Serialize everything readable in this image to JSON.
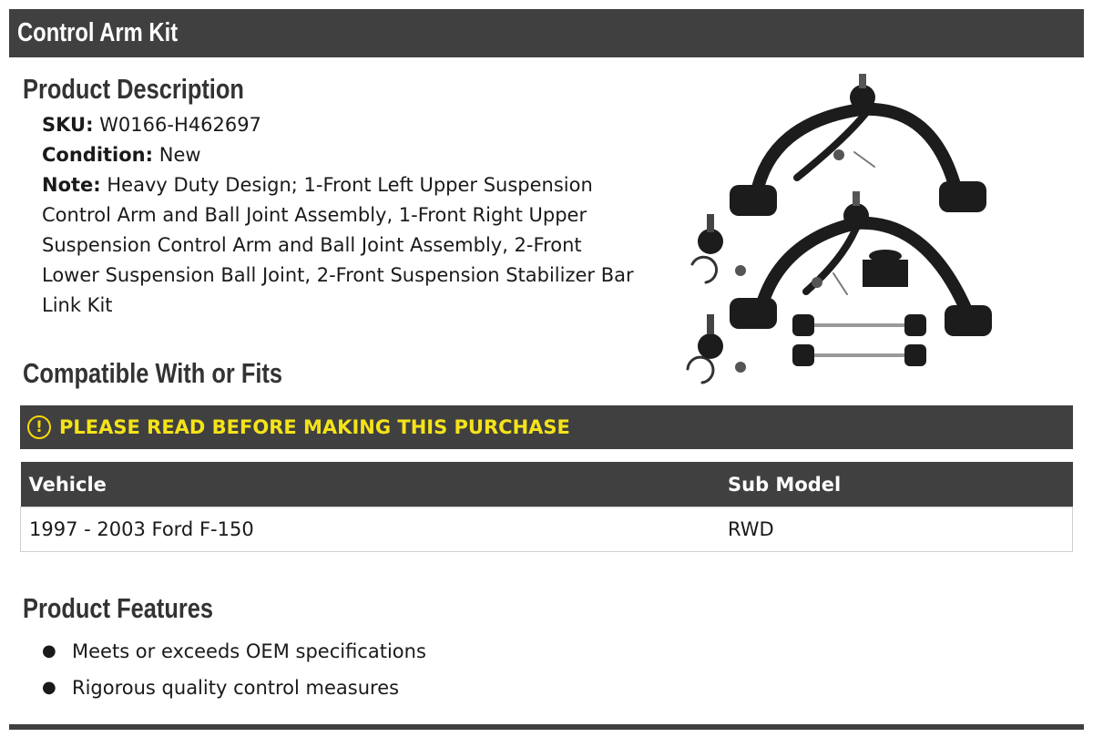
{
  "header": {
    "title": "Control Arm Kit"
  },
  "description": {
    "heading": "Product Description",
    "sku_label": "SKU:",
    "sku_value": "W0166-H462697",
    "condition_label": "Condition:",
    "condition_value": "New",
    "note_label": "Note:",
    "note_value": "Heavy Duty Design; 1-Front Left Upper Suspension Control Arm and Ball Joint Assembly, 1-Front Right Upper Suspension Control Arm and Ball Joint Assembly, 2-Front Lower Suspension Ball Joint, 2-Front Suspension Stabilizer Bar Link Kit"
  },
  "compatibility": {
    "heading": "Compatible With or Fits",
    "warning_icon": "!",
    "warning": "PLEASE READ BEFORE MAKING THIS PURCHASE",
    "columns": [
      "Vehicle",
      "Sub Model"
    ],
    "rows": [
      {
        "vehicle": "1997 - 2003 Ford F-150",
        "sub_model": "RWD"
      }
    ]
  },
  "features": {
    "heading": "Product Features",
    "bullet": "●",
    "items": [
      "Meets or exceeds OEM specifications",
      "Rigorous quality control measures"
    ]
  },
  "colors": {
    "bar": "#404040",
    "warning_text": "#f5e31a",
    "heading_text": "#333333"
  }
}
